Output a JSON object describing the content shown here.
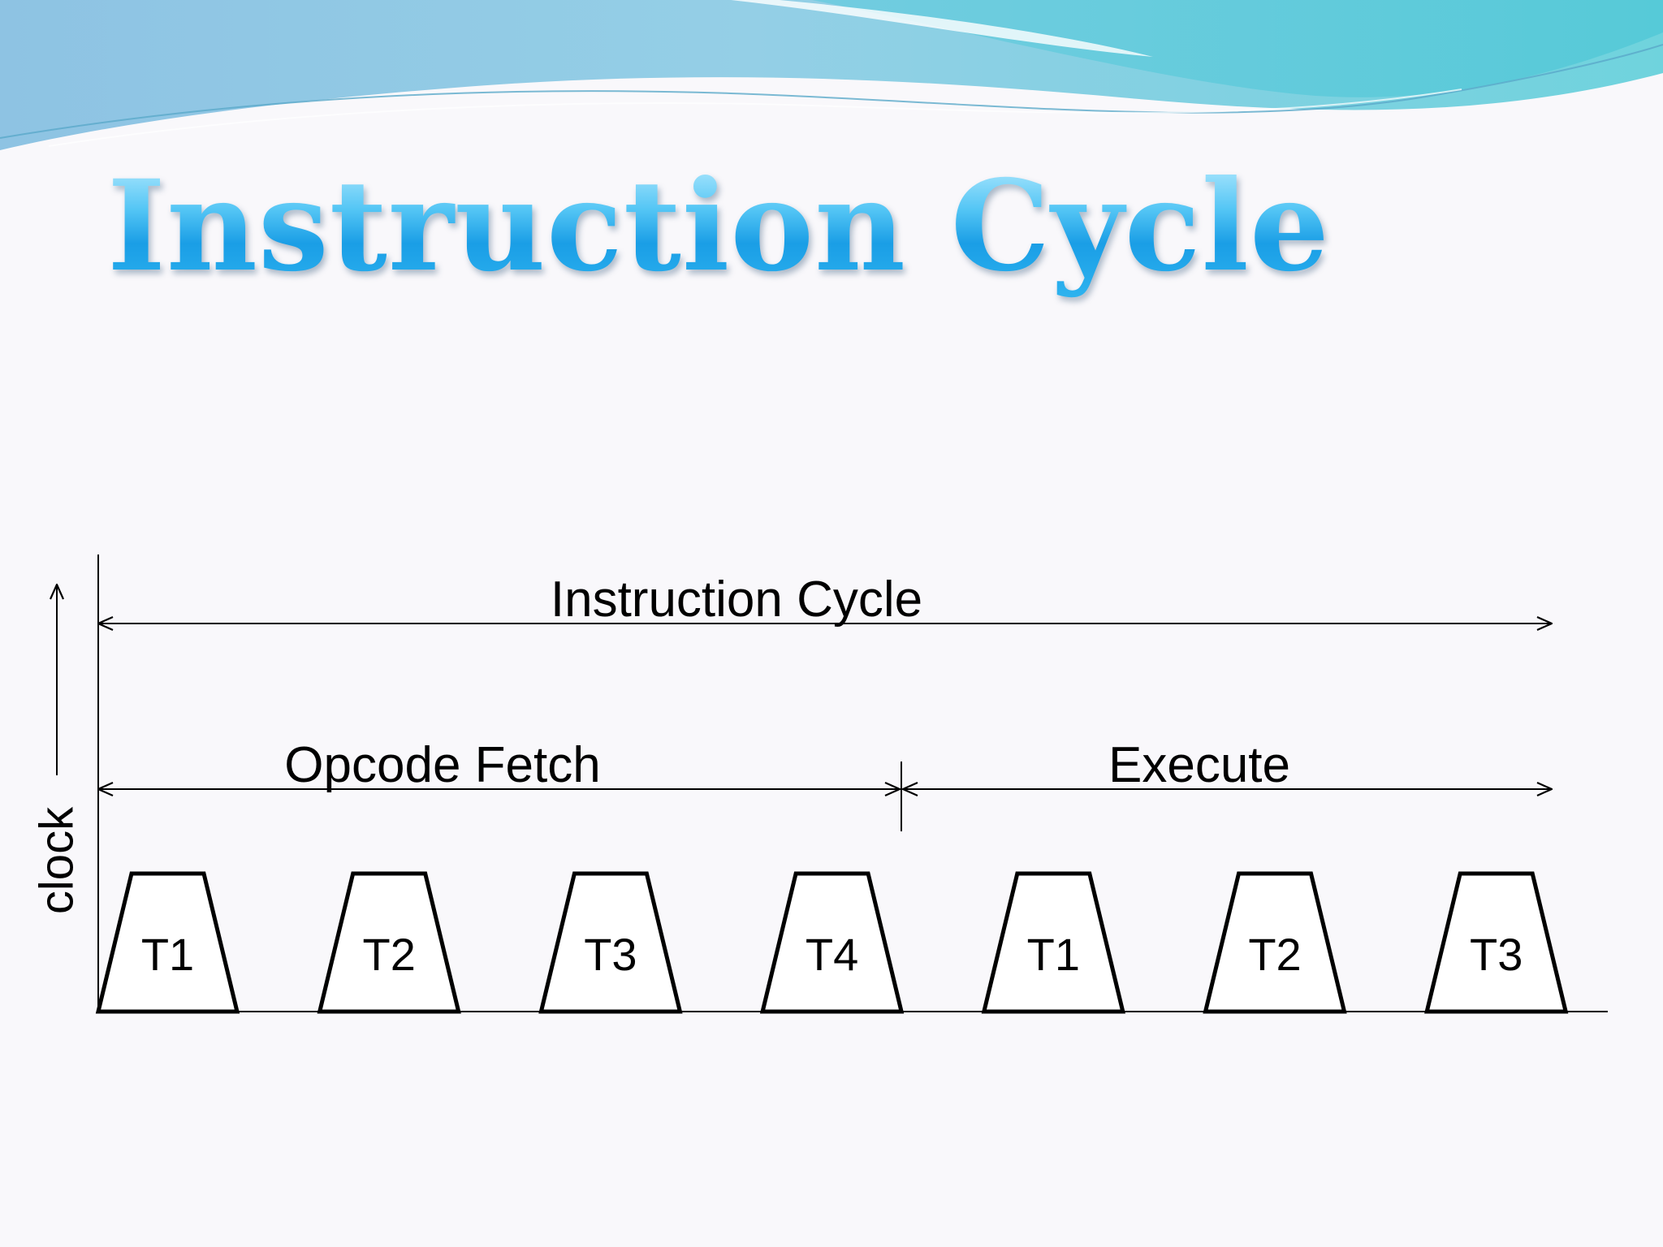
{
  "slide": {
    "title": "Instruction Cycle"
  },
  "diagram": {
    "y_axis_label": "clock",
    "instruction_cycle_label": "Instruction Cycle",
    "opcode_fetch_label": "Opcode Fetch",
    "execute_label": "Execute",
    "t_states": [
      {
        "label": "T1",
        "phase": "Opcode Fetch"
      },
      {
        "label": "T2",
        "phase": "Opcode Fetch"
      },
      {
        "label": "T3",
        "phase": "Opcode Fetch"
      },
      {
        "label": "T4",
        "phase": "Opcode Fetch"
      },
      {
        "label": "T1",
        "phase": "Execute"
      },
      {
        "label": "T2",
        "phase": "Execute"
      },
      {
        "label": "T3",
        "phase": "Execute"
      }
    ]
  },
  "colors": {
    "background": "#f9f8fb",
    "banner_blue": "#7ecbe8",
    "title_blue": "#1a9ee6",
    "line": "#000000"
  }
}
